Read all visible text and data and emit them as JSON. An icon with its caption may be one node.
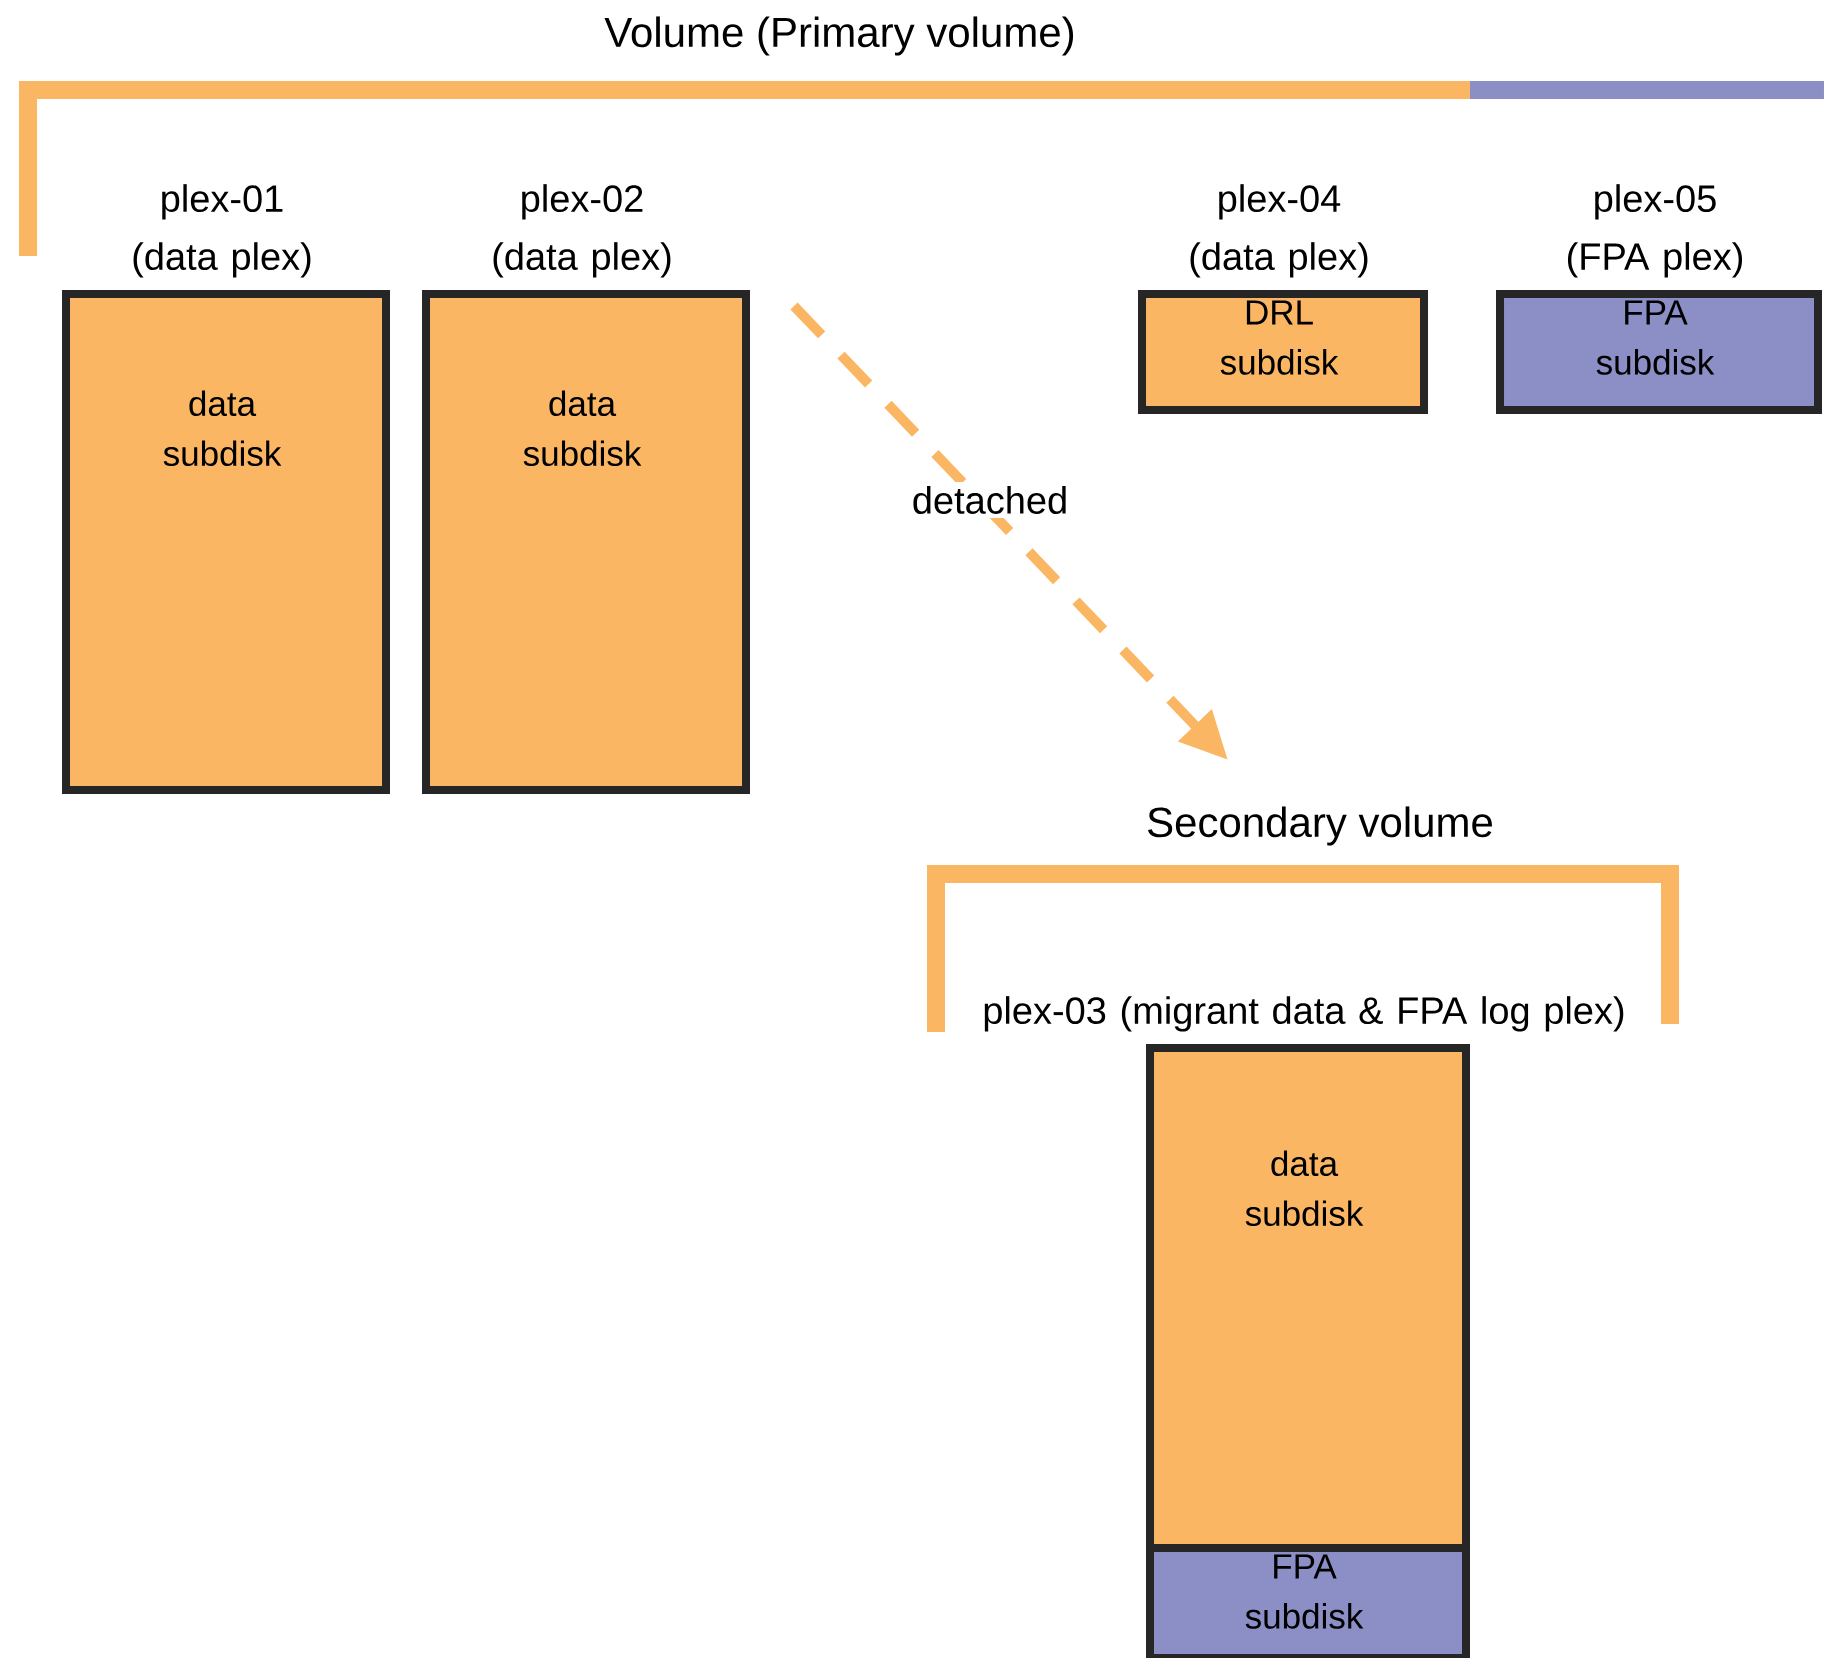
{
  "diagram": {
    "nodes": [
      {
        "text": [
          "plex-01 (data plex)",
          "data subdisk"
        ]
      },
      {
        "text": [
          "plex-02 (data plex)",
          "data subdisk"
        ]
      },
      {
        "text": [
          "plex-04 (data plex)",
          "DRL subdisk"
        ]
      },
      {
        "text": [
          "plex-05 (FPA plex)",
          "FPA subdisk"
        ]
      },
      {
        "text": [
          "plex-03 (migrant data & FPA log plex)",
          "data subdisk"
        ]
      },
      {
        "text": [
          "FPA subdisk"
        ]
      }
    ],
    "edges": [
      {
        "from": 1,
        "to": 4,
        "arrow": "to",
        "label": "detached",
        "style": "dashed",
        "color": "#fbb664"
      }
    ],
    "labels": [
      "Volume (Primary volume)",
      "Secondary volume"
    ]
  }
}
